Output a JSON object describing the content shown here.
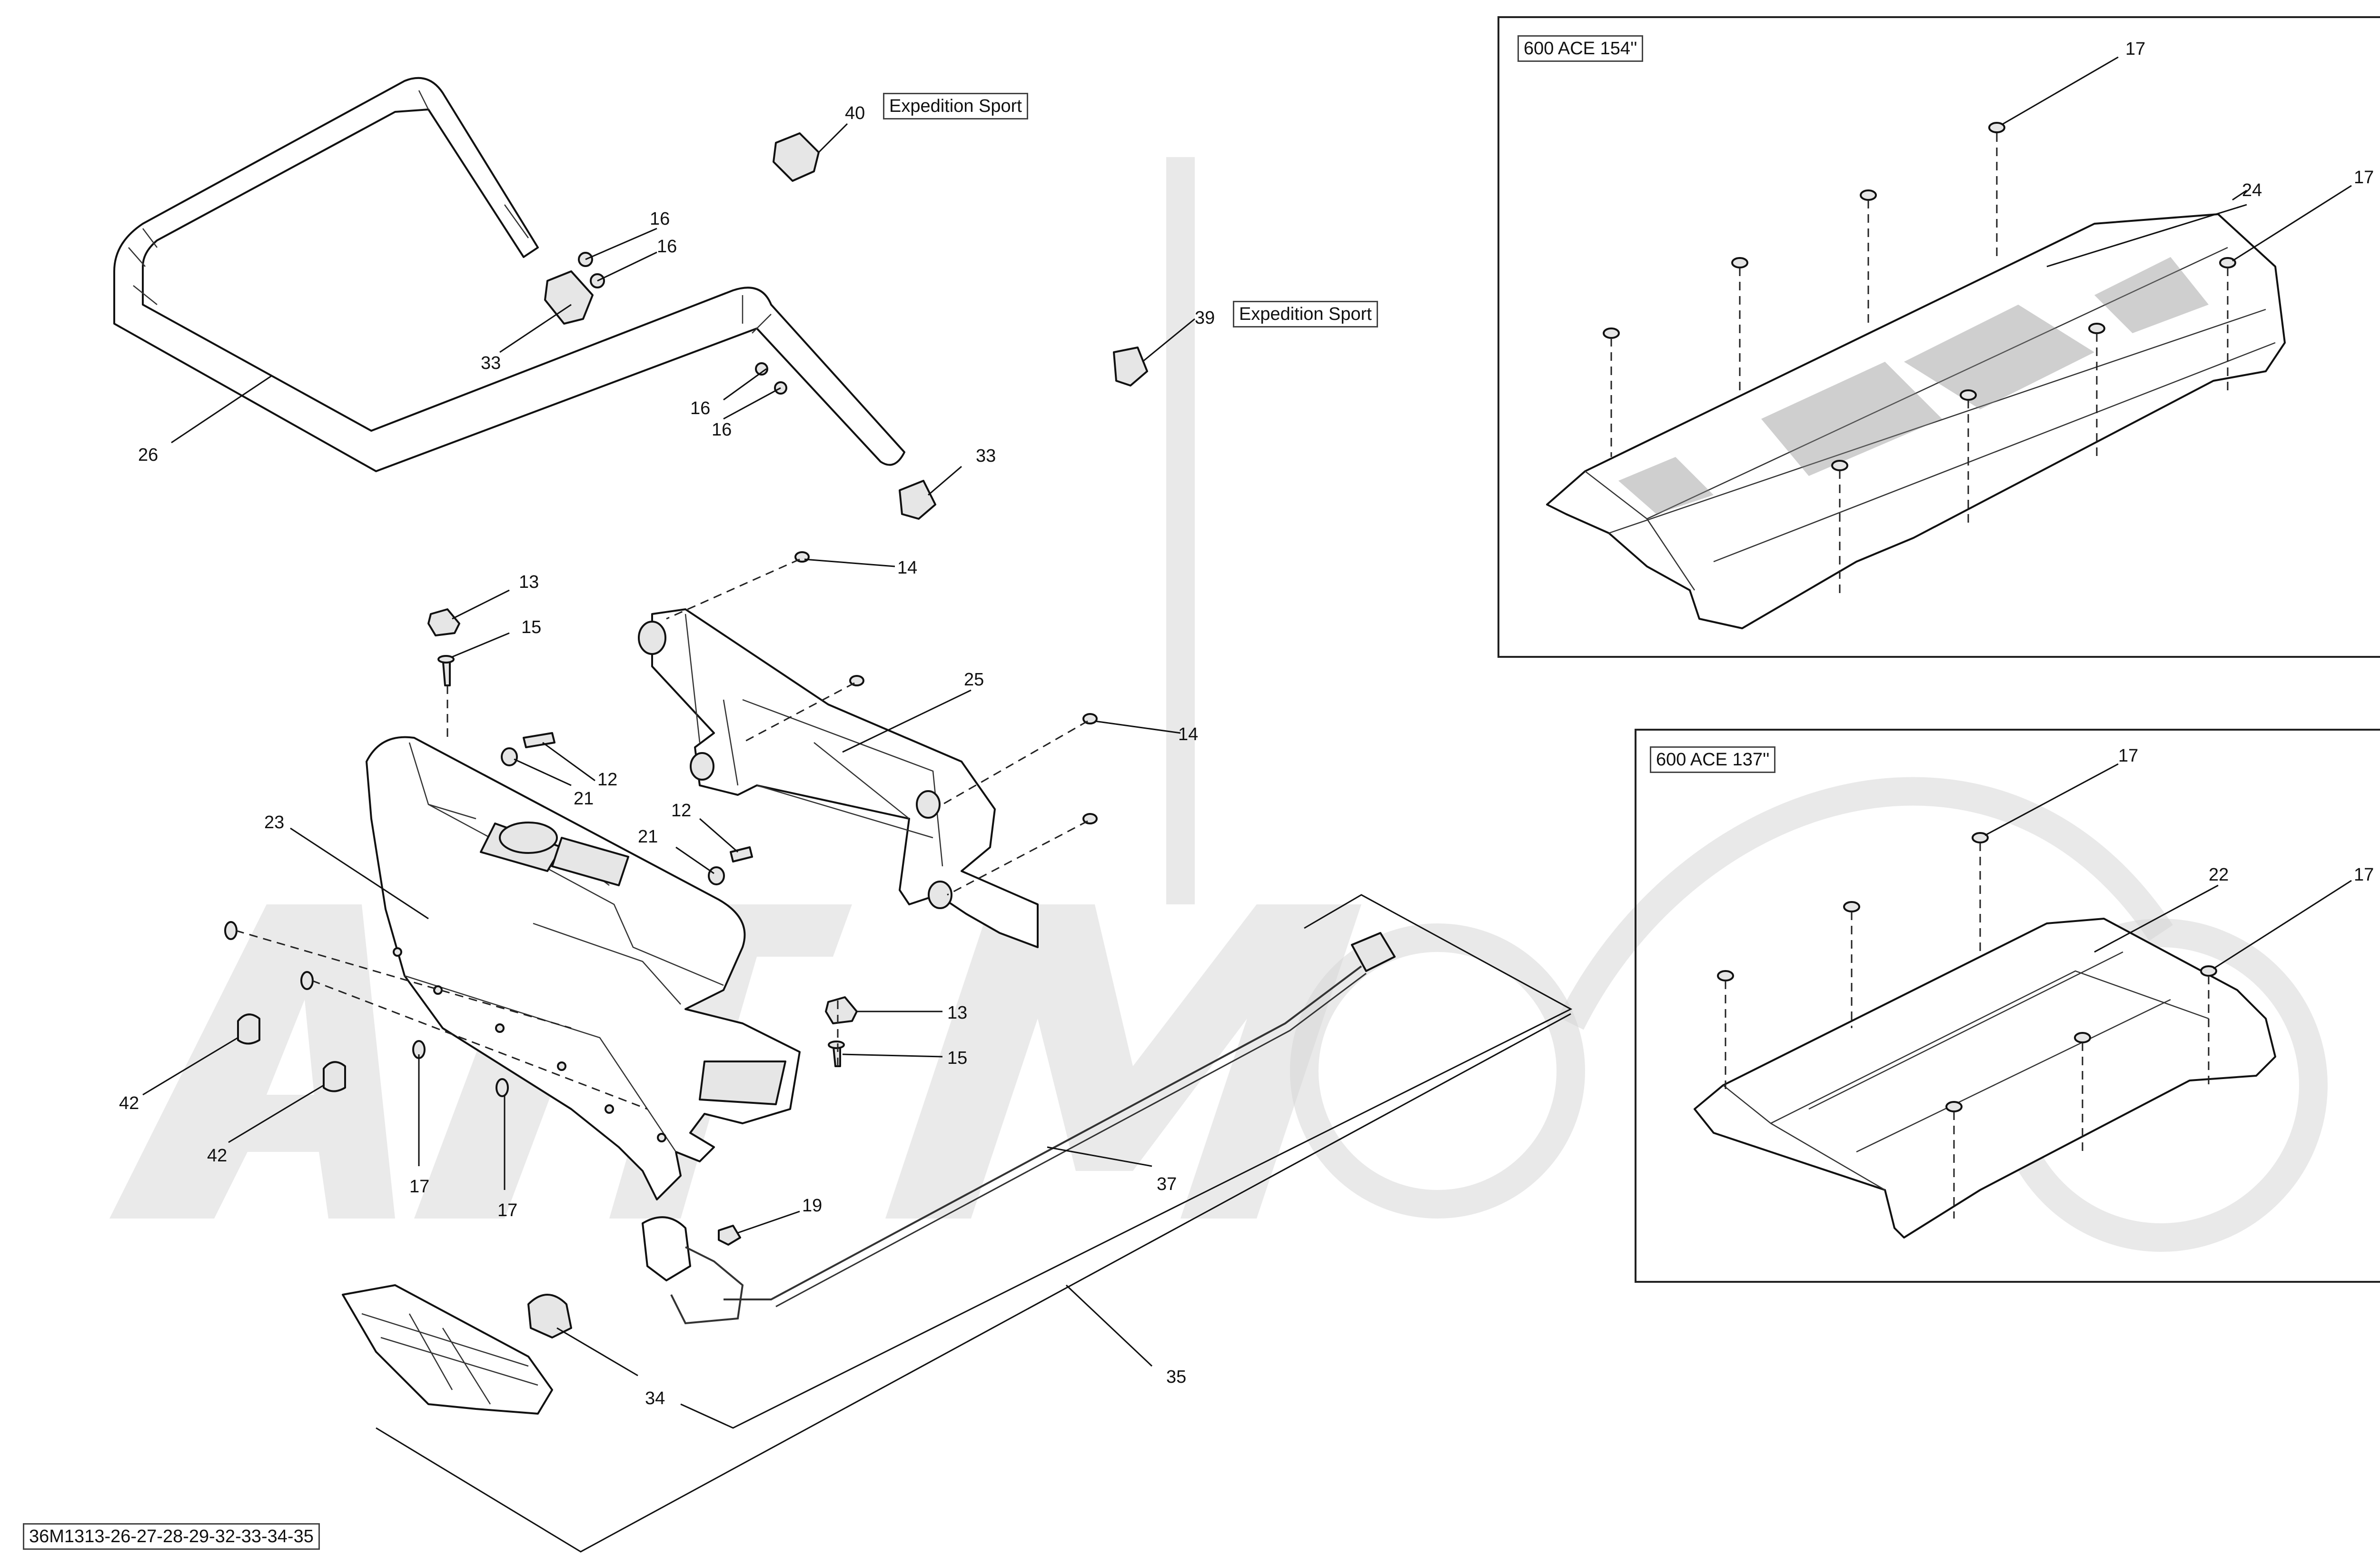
{
  "variants": {
    "upper": "600 ACE 154''",
    "lower": "600 ACE 137''"
  },
  "option_labels": {
    "part_40": "Expedition Sport",
    "part_39": "Expedition Sport"
  },
  "drawing_id": "36M1313-26-27-28-29-32-33-34-35",
  "callouts": {
    "c40": "40",
    "c16a": "16",
    "c16b": "16",
    "c33a": "33",
    "c26": "26",
    "c39": "39",
    "c16c": "16",
    "c16d": "16",
    "c33b": "33",
    "c14a": "14",
    "c13a": "13",
    "c15a": "15",
    "c25": "25",
    "c14b": "14",
    "c12a": "12",
    "c21a": "21",
    "c12b": "12",
    "c21b": "21",
    "c23": "23",
    "c13b": "13",
    "c15b": "15",
    "c42a": "42",
    "c42b": "42",
    "c17a": "17",
    "c17b": "17",
    "c37": "37",
    "c19": "19",
    "c35": "35",
    "c34": "34",
    "c17c": "17",
    "c24": "24",
    "c17d": "17",
    "c17e": "17",
    "c22": "22",
    "c17f": "17"
  }
}
